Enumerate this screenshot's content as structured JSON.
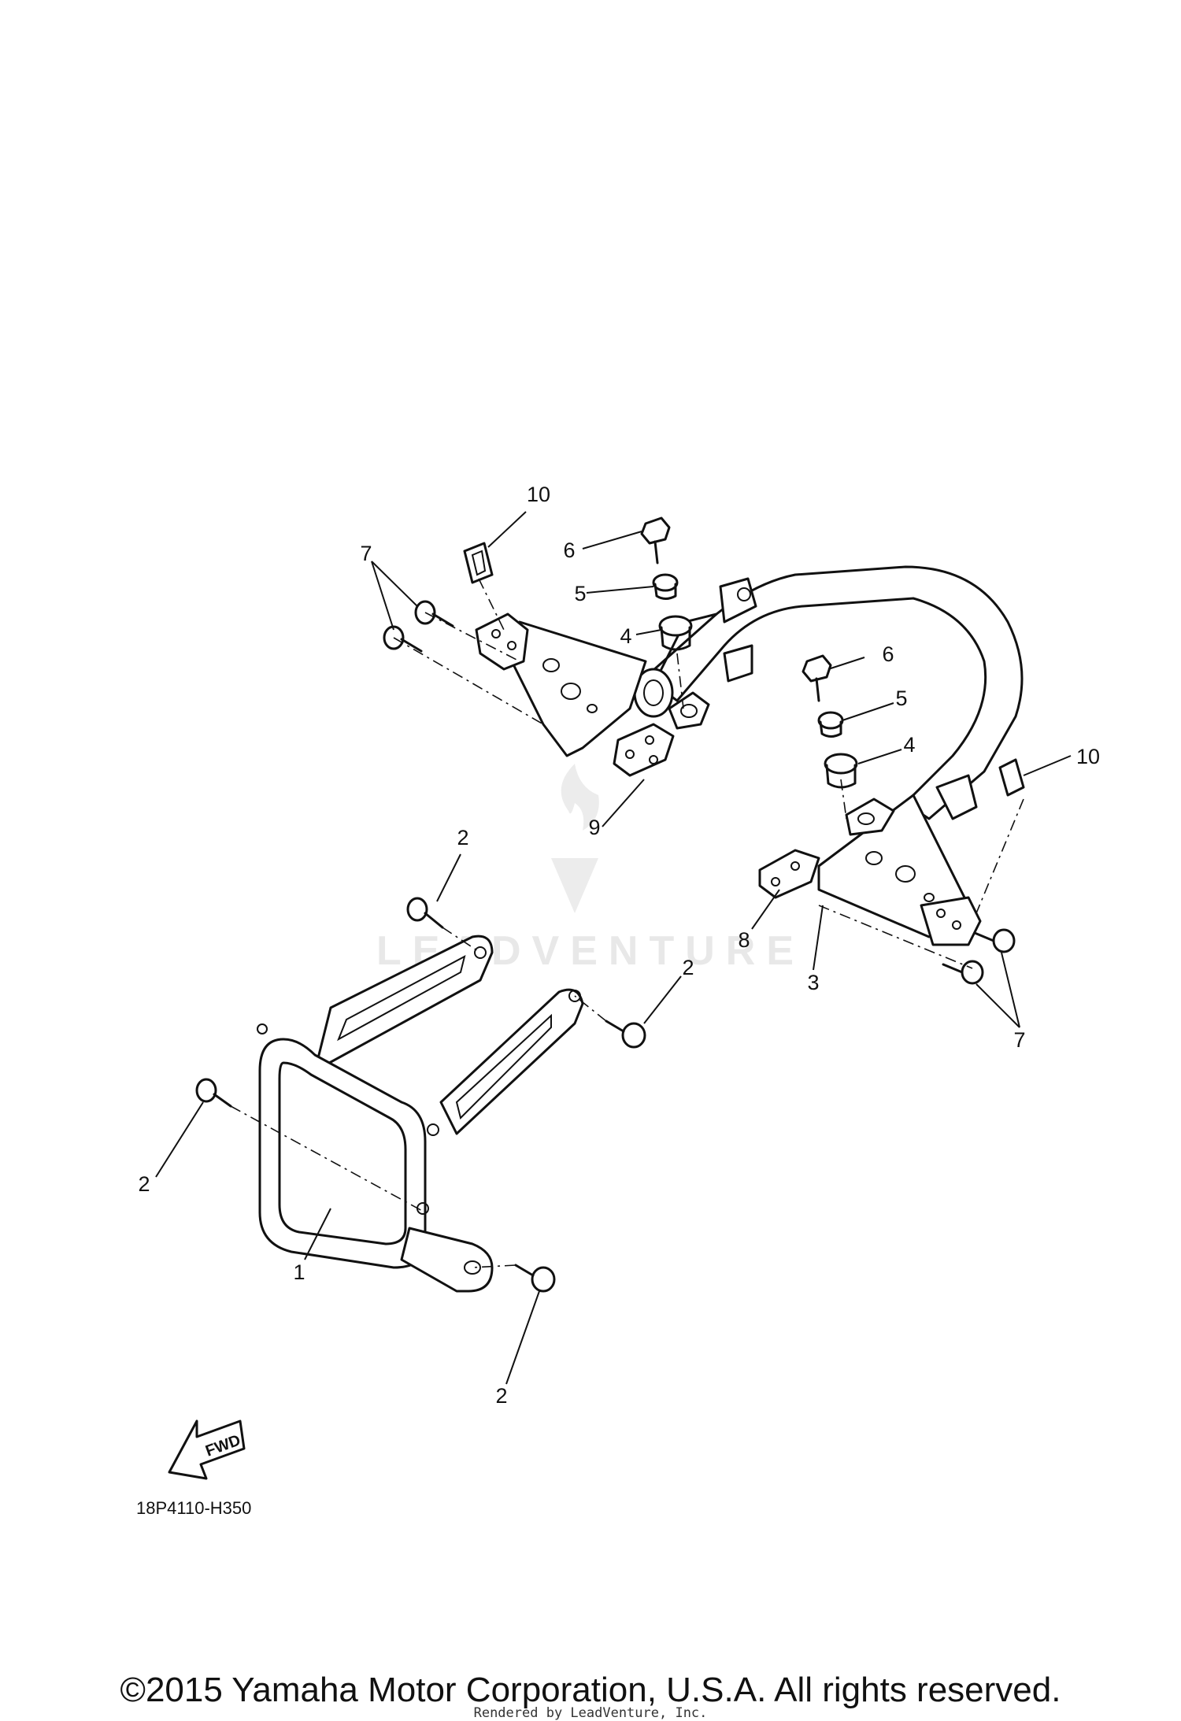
{
  "callouts": {
    "c1": "1",
    "c2a": "2",
    "c2b": "2",
    "c2c": "2",
    "c2d": "2",
    "c3": "3",
    "c4a": "4",
    "c4b": "4",
    "c5a": "5",
    "c5b": "5",
    "c6a": "6",
    "c6b": "6",
    "c7a": "7",
    "c7b": "7",
    "c8": "8",
    "c9": "9",
    "c10a": "10",
    "c10b": "10"
  },
  "fwd_label": "FWD",
  "diagram_code": "18P4110-H350",
  "watermark": "LEADVENTURE",
  "copyright": "©2015 Yamaha Motor Corporation, U.S.A. All rights reserved.",
  "rendered_by": "Rendered by LeadVenture, Inc."
}
